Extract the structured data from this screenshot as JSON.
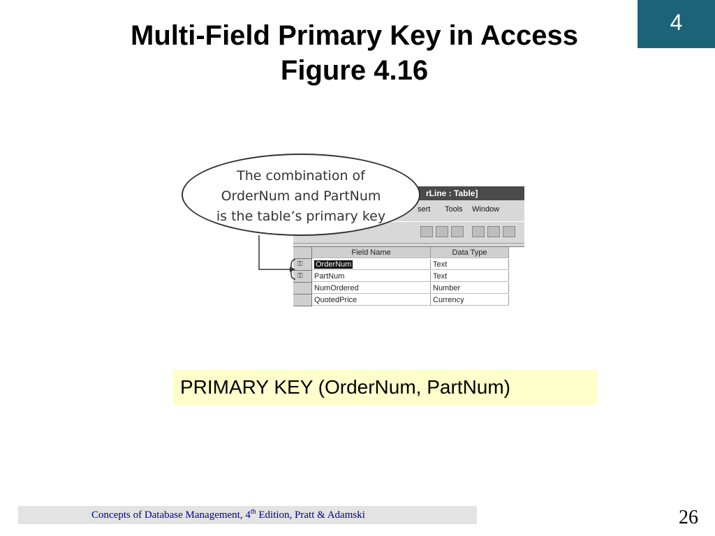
{
  "chapter_badge": "4",
  "title": {
    "line1": "Multi-Field Primary Key in Access",
    "line2": "Figure 4.16"
  },
  "figure": {
    "callout": {
      "line1": "The combination of",
      "line2": "OrderNum and PartNum",
      "line3": "is the table’s primary key"
    },
    "window_title": "rLine : Table]",
    "menu": [
      "sert",
      "Tools",
      "Window"
    ],
    "columns": [
      "Field Name",
      "Data Type"
    ],
    "rows": [
      {
        "field": "OrderNum",
        "type": "Text",
        "key": true
      },
      {
        "field": "PartNum",
        "type": "Text",
        "key": true
      },
      {
        "field": "NumOrdered",
        "type": "Number",
        "key": false
      },
      {
        "field": "QuotedPrice",
        "type": "Currency",
        "key": false
      }
    ]
  },
  "primary_key_statement": "PRIMARY KEY (OrderNum, PartNum)",
  "footer": {
    "text_before": "Concepts of Database Management, 4",
    "superscript": "th",
    "text_after": " Edition, Pratt & Adamski"
  },
  "page_number": "26",
  "colors": {
    "badge": "#1b6477",
    "pk_box": "#ffffcc",
    "footer_text": "#00008b",
    "footer_bar": "#e3e3e3"
  }
}
